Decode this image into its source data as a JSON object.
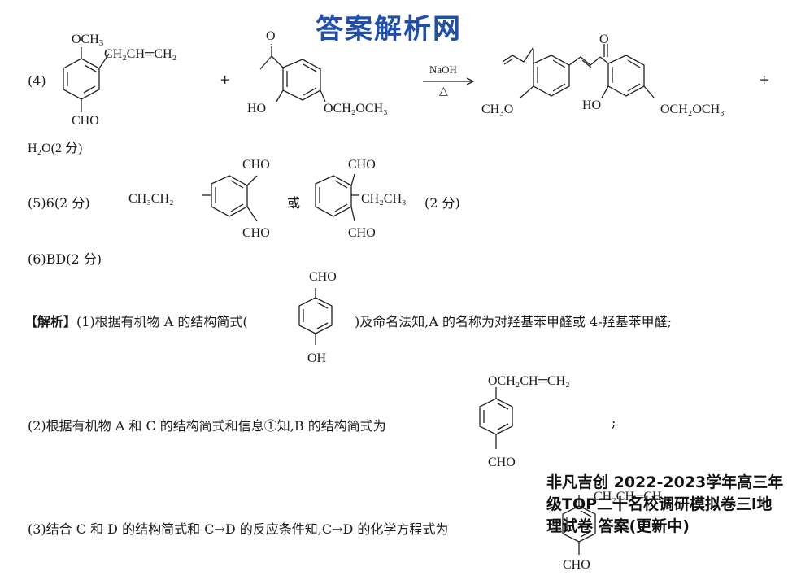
{
  "watermark": "答案解析网",
  "q4": {
    "label": "(4)",
    "a_sub_och3": "OCH",
    "a_sub_och3_n": "3",
    "a_allyl": "CH₂CH═CH₂",
    "a_cho": "CHO",
    "plus1": "+",
    "b_o": "O",
    "b_ho": "HO",
    "b_ether": "OCH₂OCH₃",
    "reagent": "NaOH",
    "condition": "△",
    "p_o": "O",
    "p_ch3o": "CH₃O",
    "p_ho": "HO",
    "p_ether": "OCH₂OCH₃",
    "plus2": "+",
    "water": "H₂O(2 分)"
  },
  "q5": {
    "label": "(5)6(2 分)",
    "m1_cho_top": "CHO",
    "m1_cho_bottom": "CHO",
    "m1_ethyl": "CH₃CH₂",
    "or": "或",
    "m2_cho_top": "CHO",
    "m2_cho_bottom": "CHO",
    "m2_ethyl": "CH₂CH₃",
    "score": "(2 分)"
  },
  "q6": {
    "label": "(6)BD(2 分)"
  },
  "analysis1": {
    "tag": "【解析】",
    "text_a": "(1)根据有机物 A 的结构简式(",
    "cho": "CHO",
    "oh": "OH",
    "text_b": ")及命名法知,A 的名称为对羟基苯甲醛或 4-羟基苯甲醛;"
  },
  "analysis2": {
    "text": "(2)根据有机物 A 和 C 的结构简式和信息①知,B 的结构简式为",
    "sub_top": "OCH₂CH═CH₂",
    "cho": "CHO",
    "end": ";"
  },
  "analysis3": {
    "text": "(3)结合 C 和 D 的结构简式和 C→D 的反应条件知,C→D 的化学方程式为",
    "sub_top": "CH₂CH═CH₂",
    "cho": "CHO"
  },
  "stamp": "非凡吉创 2022-2023学年高三年级TOP二十名校调研模拟卷三l地理试卷 答案(更新中)"
}
